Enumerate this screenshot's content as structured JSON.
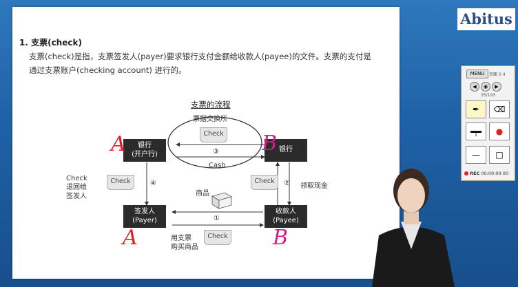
{
  "slide": {
    "heading": "1. 支票(check)",
    "para_line1": "支票(check)是指，支票签发人(payer)要求银行支付金额给收款人(payee)的文件。支票的支付是",
    "para_line2": "通过支票账户(checking account) 进行的。",
    "flow_title": "支票的流程",
    "clearing_house": "票据交换所",
    "bank_left_line1": "银行",
    "bank_left_line2": "(开户行)",
    "bank_right": "银行",
    "payer_line1": "签发人",
    "payer_line2": "(Payer)",
    "payee_line1": "收款人",
    "payee_line2": "(Payee)",
    "check_label": "Check",
    "cash_label": "Cash",
    "goods_label": "商品",
    "step1": "①",
    "step2": "②",
    "step3": "③",
    "step4": "④",
    "return_line1": "Check",
    "return_line2": "退回给",
    "return_line3": "签发人",
    "withdraw_cash": "领取现金",
    "buy_line1": "用支票",
    "buy_line2": "购买商品",
    "handwritten_A": "A",
    "handwritten_B": "B"
  },
  "logo": "Abitus",
  "control_panel": {
    "menu_label": "MENU",
    "page_label": "页面 0 4",
    "page_count": "35/193",
    "prev_icon": "◀",
    "home_icon": "◉",
    "next_icon": "▶",
    "pen_icon": "✒",
    "eraser_icon": "⌫",
    "line_thickness_value": "1",
    "color_icon": "●",
    "line_tool_icon": "—",
    "rect_tool_icon": "□",
    "rec_label": "REC",
    "rec_time": "00:00:00:00"
  },
  "colors": {
    "background": "#1f62a8",
    "annotation_red": "#e31b2a",
    "annotation_pink": "#d61a86"
  }
}
